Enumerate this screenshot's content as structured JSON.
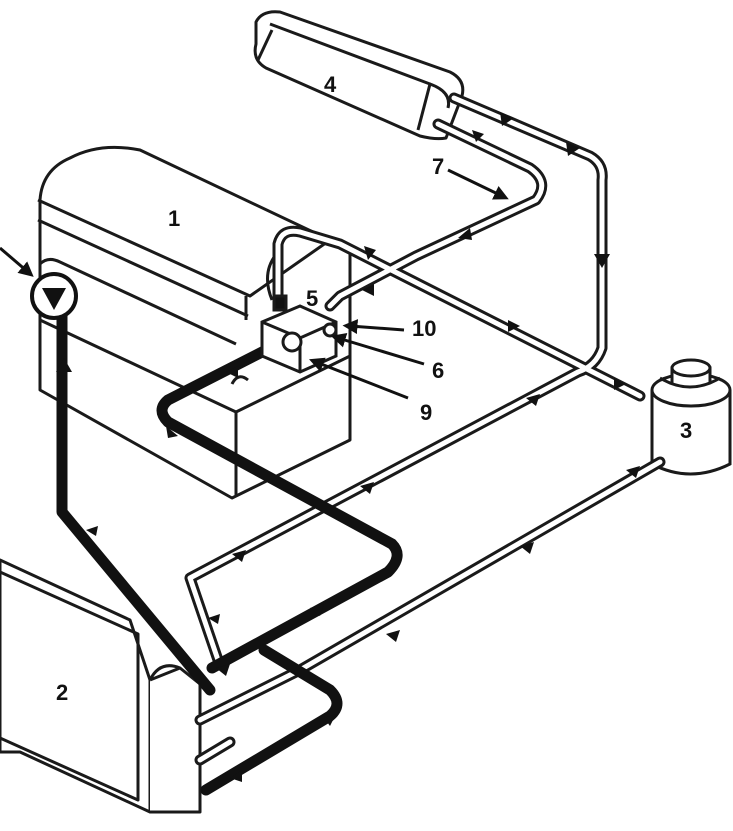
{
  "labels": {
    "engine": "1",
    "radiator": "2",
    "expansion_tank": "3",
    "heater_core": "4",
    "thermostat_housing": "5",
    "outlet": "6",
    "pointer_7": "7",
    "thermostat": "9",
    "sensor": "10"
  },
  "colors": {
    "line": "#1a1a1a",
    "hot_pipe": "#111111",
    "pipe_fill": "#ffffff",
    "background": "#ffffff"
  },
  "icons": [
    "pump-icon",
    "flow-arrow-icon",
    "pointer-arrow-icon"
  ]
}
